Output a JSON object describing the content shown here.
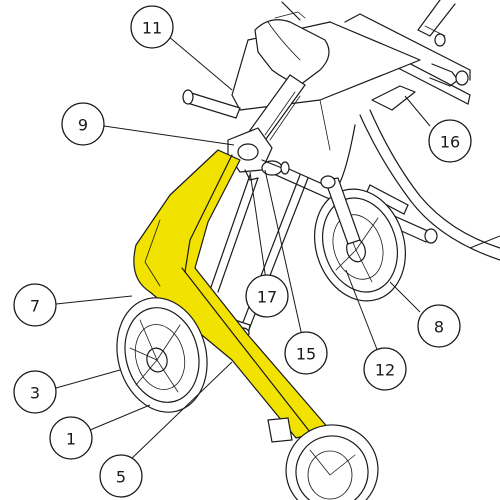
{
  "diagram": {
    "highlight_color": "#f2e200",
    "line_color": "#1a1a1a",
    "callouts": [
      {
        "id": "c11",
        "label": "11"
      },
      {
        "id": "c9",
        "label": "9"
      },
      {
        "id": "c16",
        "label": "16"
      },
      {
        "id": "c7",
        "label": "7"
      },
      {
        "id": "c17",
        "label": "17"
      },
      {
        "id": "c15",
        "label": "15"
      },
      {
        "id": "c8",
        "label": "8"
      },
      {
        "id": "c12",
        "label": "12"
      },
      {
        "id": "c3",
        "label": "3"
      },
      {
        "id": "c1",
        "label": "1"
      },
      {
        "id": "c5",
        "label": "5"
      }
    ]
  }
}
